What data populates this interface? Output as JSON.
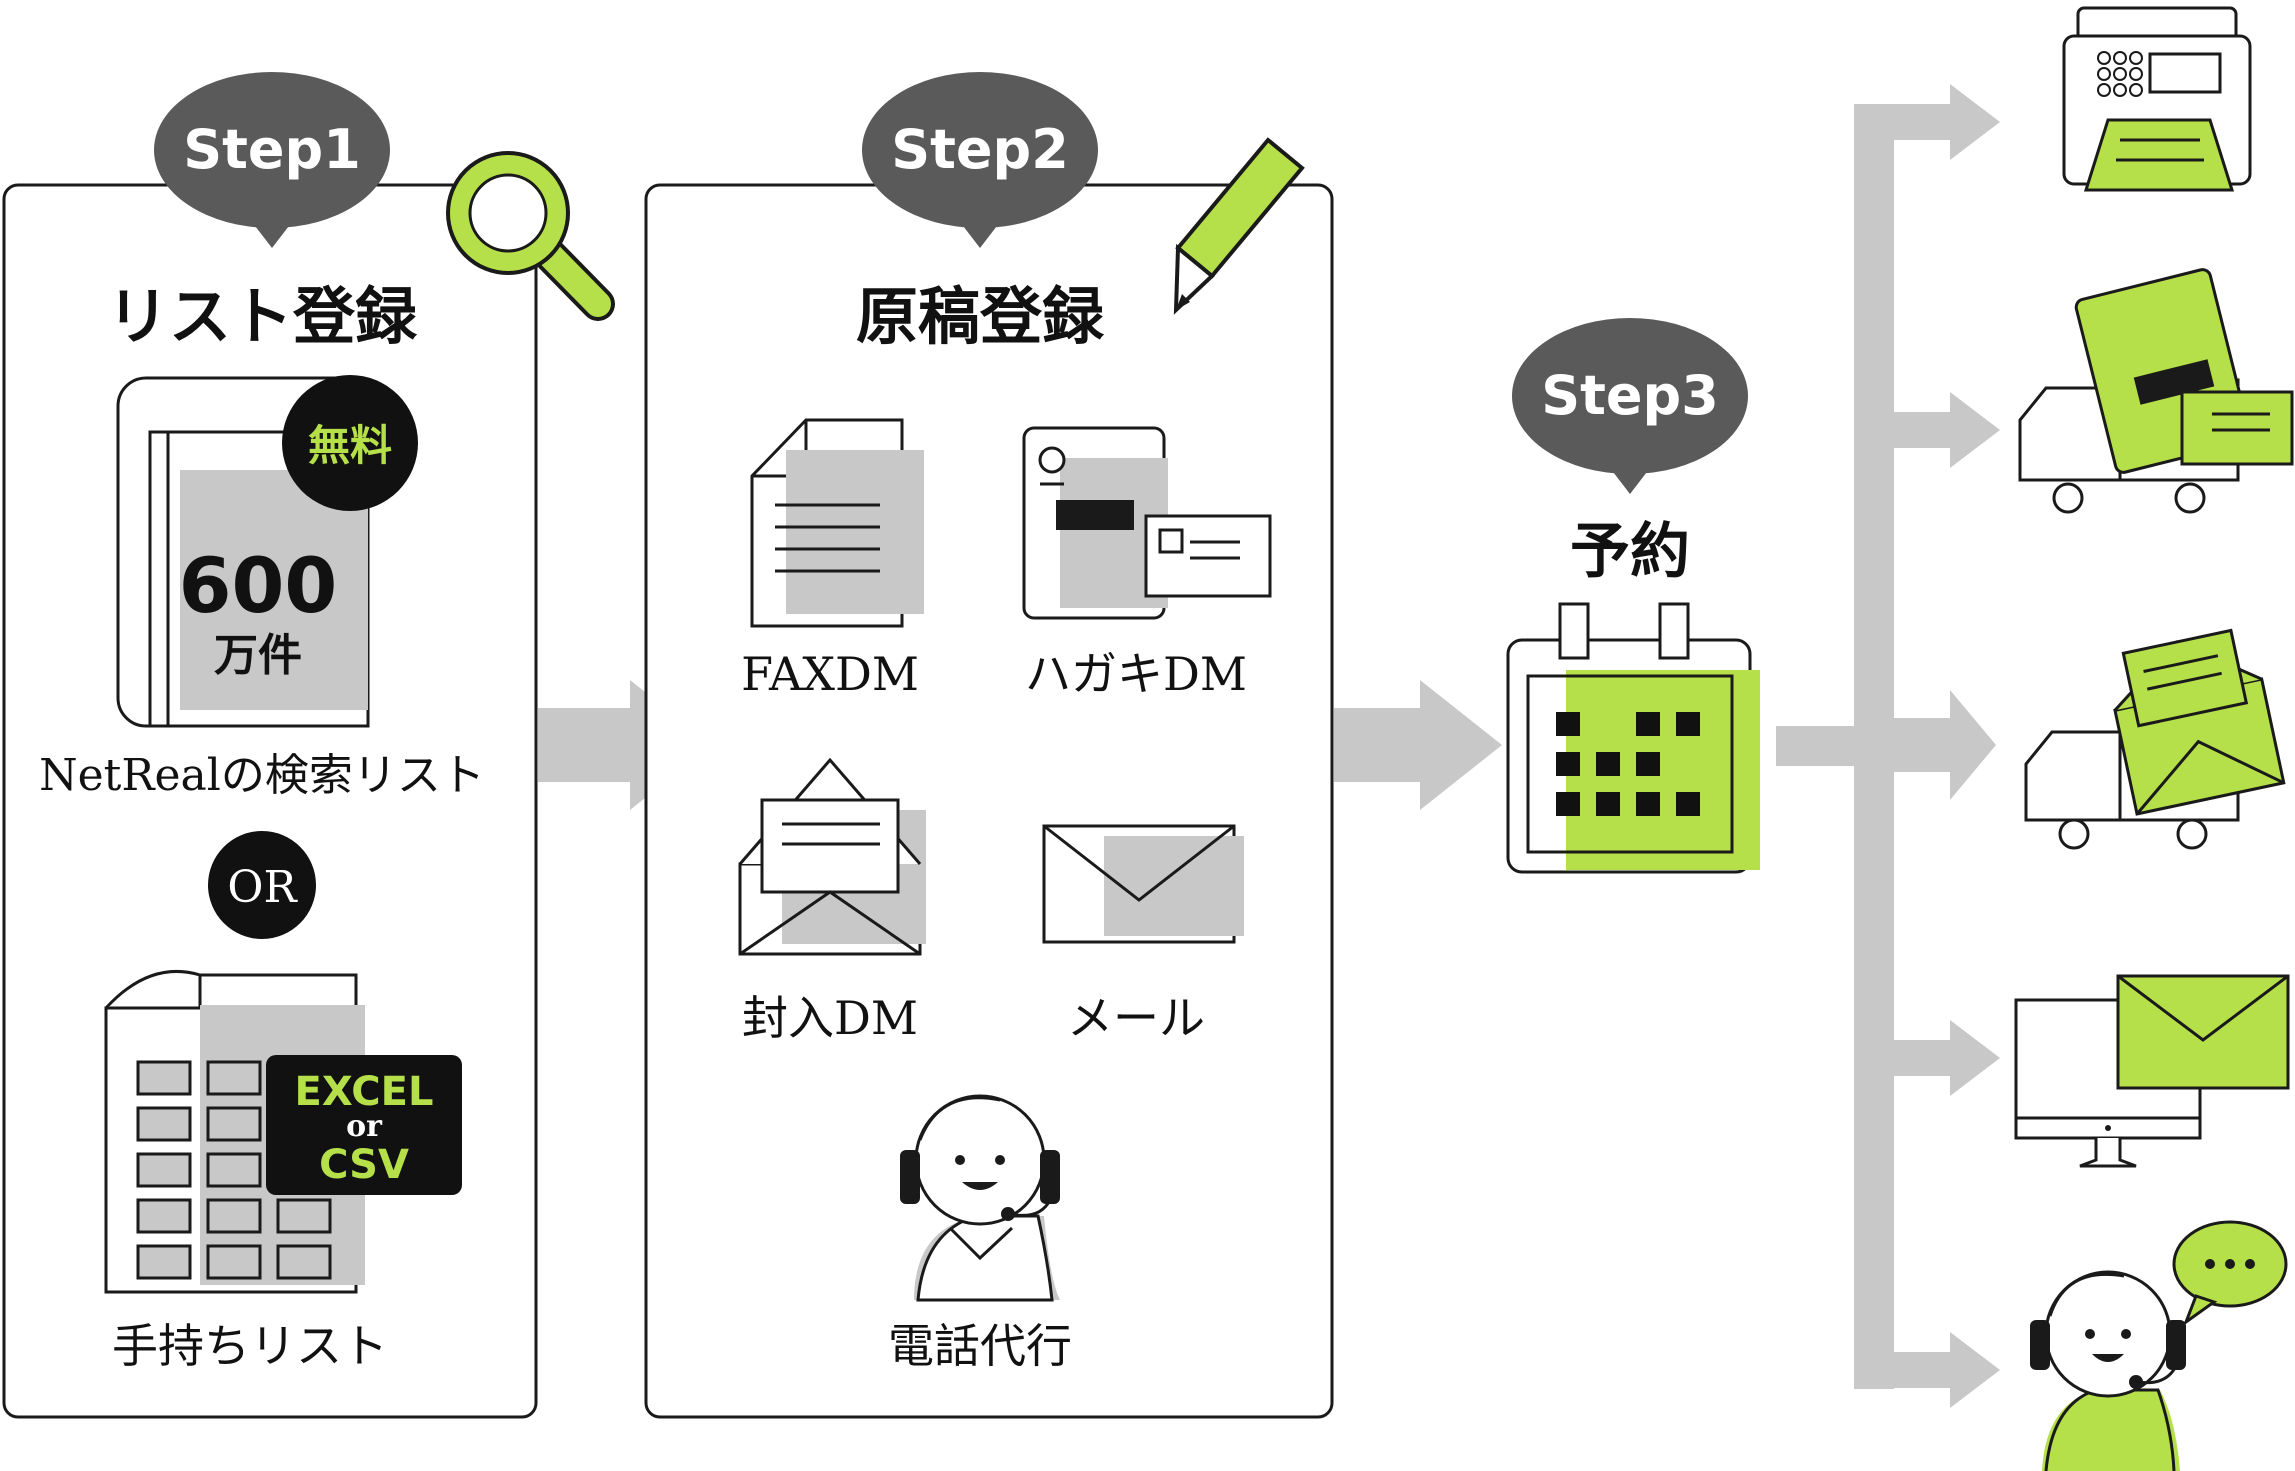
{
  "colors": {
    "accent": "#b5e04a",
    "bubble": "#5a5a5a",
    "gray": "#c8c8c8",
    "ink": "#1a1a1a"
  },
  "step1": {
    "bubble": "Step1",
    "title": "リスト登録",
    "badge": "無料",
    "book_count": "600",
    "book_unit": "万件",
    "search_list_label": "NetRealの検索リスト",
    "or_label": "OR",
    "file_badge": {
      "line1": "EXCEL",
      "line2": "or",
      "line3": "CSV"
    },
    "own_list_label": "手持ちリスト"
  },
  "step2": {
    "bubble": "Step2",
    "title": "原稿登録",
    "items": [
      "FAXDM",
      "ハガキDM",
      "封入DM",
      "メール",
      "電話代行"
    ]
  },
  "step3": {
    "bubble": "Step3",
    "title": "予約"
  },
  "icons": [
    "search-icon",
    "pencil-icon",
    "calendar-icon",
    "fax-machine-icon",
    "postcard-truck-icon",
    "envelope-truck-icon",
    "email-monitor-icon",
    "call-operator-icon"
  ]
}
